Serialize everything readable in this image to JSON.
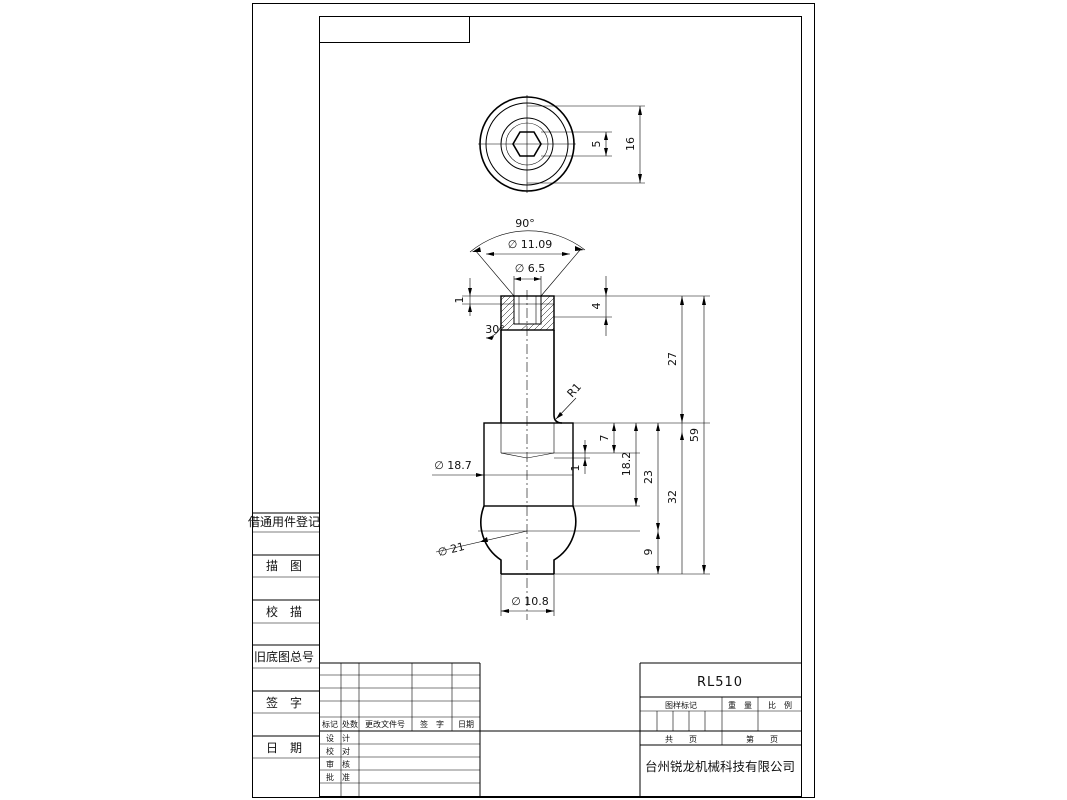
{
  "drawing": {
    "part_number": "RL510",
    "company": "台州锐龙机械科技有限公司"
  },
  "side_panel": {
    "labels": [
      "借通用件登记",
      "描　图",
      "校　描",
      "旧底图总号",
      "签　字",
      "日　期"
    ]
  },
  "revision_table": {
    "headers": [
      "标记",
      "处数",
      "更改文件号",
      "签　字",
      "日期"
    ],
    "roles": [
      "设　计",
      "校　对",
      "审　核",
      "批　准"
    ]
  },
  "title_block": {
    "drawing_mark_label": "图样标记",
    "weight_label": "重　量",
    "scale_label": "比　例",
    "total_pages_label": "共　　页",
    "page_label": "第　　页"
  },
  "dimensions": {
    "top_view": [
      "5",
      "16"
    ],
    "angle_top": "90°",
    "dia_head": "∅ 11.09",
    "dia_hex": "∅ 6.5",
    "depth_hex": "4",
    "small_1_top": "1",
    "chamfer_angle": "30°",
    "fillet": "R1",
    "len_shank": "27",
    "len_total": "59",
    "dia_collar": "∅ 18.7",
    "len_7": "7",
    "len_1": "1",
    "len_18_2": "18.2",
    "len_23": "23",
    "len_32": "32",
    "dia_ball": "∅ 21",
    "len_9": "9",
    "dia_neck": "∅ 10.8"
  }
}
